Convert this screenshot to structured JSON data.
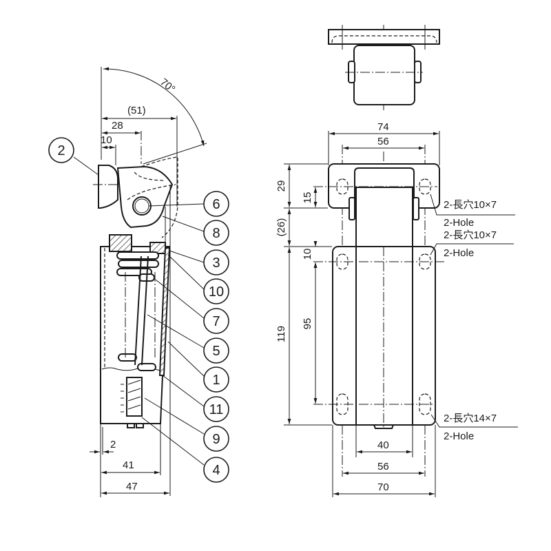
{
  "title": "Hinge assembly dimension drawing",
  "side_view": {
    "angle_label": "70°",
    "dims": {
      "width_51": "(51)",
      "width_28": "28",
      "width_10": "10",
      "offset_2": "2",
      "width_41": "41",
      "width_47": "47"
    },
    "balloons": [
      {
        "id": "2",
        "label": "2"
      },
      {
        "id": "6",
        "label": "6"
      },
      {
        "id": "8",
        "label": "8"
      },
      {
        "id": "3",
        "label": "3"
      },
      {
        "id": "10",
        "label": "10"
      },
      {
        "id": "7",
        "label": "7"
      },
      {
        "id": "5",
        "label": "5"
      },
      {
        "id": "1",
        "label": "1"
      },
      {
        "id": "11",
        "label": "11"
      },
      {
        "id": "9",
        "label": "9"
      },
      {
        "id": "4",
        "label": "4"
      }
    ]
  },
  "front_view": {
    "dims": {
      "top_width_74": "74",
      "top_pitch_56": "56",
      "leaf_height_29": "29",
      "slot_pitch_15": "15",
      "gap_26": "(26)",
      "offset_10": "10",
      "body_height_119": "119",
      "slot_pitch_95": "95",
      "inner_width_40": "40",
      "bottom_pitch_56": "56",
      "bottom_width_70": "70"
    },
    "notes": [
      {
        "jp": "2-長穴10×7",
        "en": "2-Hole"
      },
      {
        "jp": "2-長穴10×7",
        "en": "2-Hole"
      },
      {
        "jp": "2-長穴14×7",
        "en": "2-Hole"
      }
    ]
  }
}
